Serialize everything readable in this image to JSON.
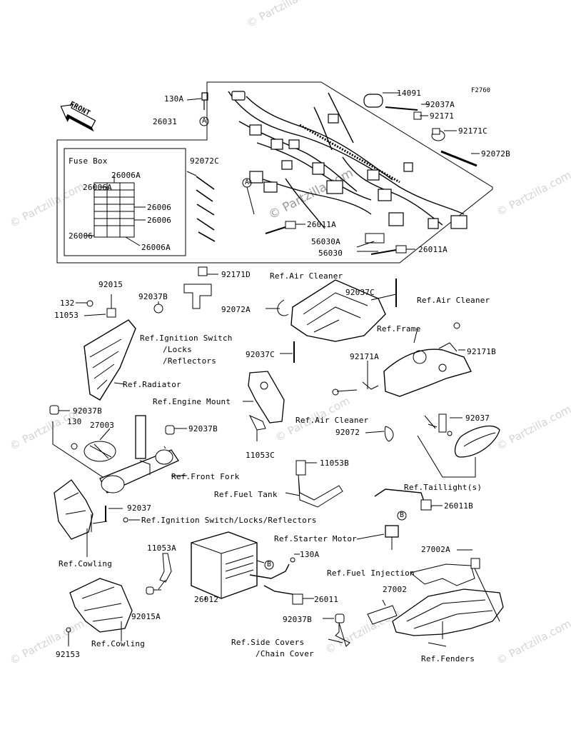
{
  "diagram": {
    "code": "F2760",
    "front_label": "FRONT",
    "fuse_box_title": "Fuse Box",
    "watermark_text": "© Partzilla.com",
    "callout_a": "A",
    "callout_b": "B",
    "labels": {
      "l_130A_top": "130A",
      "l_26031": "26031",
      "l_14091": "14091",
      "l_92037A": "92037A",
      "l_92171": "92171",
      "l_92171C": "92171C",
      "l_92072B": "92072B",
      "l_92072C": "92072C",
      "l_26006A_1": "26006A",
      "l_26006A_2": "26006A",
      "l_26006_1": "26006",
      "l_26006_2": "26006",
      "l_26006_3": "26006",
      "l_26006A_3": "26006A",
      "l_26011A_1": "26011A",
      "l_56030A": "56030A",
      "l_56030": "56030",
      "l_26011A_2": "26011A",
      "l_92015": "92015",
      "l_92171D": "92171D",
      "l_ref_air_cleaner_1": "Ref.Air Cleaner",
      "l_132": "132",
      "l_92037B_1": "92037B",
      "l_92037C_1": "92037C",
      "l_ref_air_cleaner_2": "Ref.Air Cleaner",
      "l_11053": "11053",
      "l_92072A": "92072A",
      "l_ref_ign_1": "Ref.Ignition Switch",
      "l_ref_ign_2": "/Locks",
      "l_ref_ign_3": "/Reflectors",
      "l_ref_frame": "Ref.Frame",
      "l_92037C_2": "92037C",
      "l_92171A": "92171A",
      "l_92171B": "92171B",
      "l_ref_radiator": "Ref.Radiator",
      "l_ref_engine_mount": "Ref.Engine Mount",
      "l_92037B_2": "92037B",
      "l_130": "130",
      "l_27003": "27003",
      "l_ref_air_cleaner_3": "Ref.Air Cleaner",
      "l_92037_1": "92037",
      "l_92037B_3": "92037B",
      "l_92072": "92072",
      "l_11053C": "11053C",
      "l_11053B": "11053B",
      "l_ref_front_fork": "Ref.Front Fork",
      "l_ref_taillights": "Ref.Taillight(s)",
      "l_ref_fuel_tank": "Ref.Fuel Tank",
      "l_92037_2": "92037",
      "l_26011B": "26011B",
      "l_ref_ign_long": "Ref.Ignition Switch/Locks/Reflectors",
      "l_ref_starter": "Ref.Starter Motor",
      "l_11053A": "11053A",
      "l_27002A": "27002A",
      "l_ref_cowling_1": "Ref.Cowling",
      "l_130A_2": "130A",
      "l_ref_fuel_inj": "Ref.Fuel Injection",
      "l_26012": "26012",
      "l_26011": "26011",
      "l_27002": "27002",
      "l_92015A": "92015A",
      "l_92037B_4": "92037B",
      "l_ref_side_covers_1": "Ref.Side Covers",
      "l_ref_side_covers_2": "/Chain Cover",
      "l_ref_cowling_2": "Ref.Cowling",
      "l_92153": "92153",
      "l_ref_fenders": "Ref.Fenders"
    }
  }
}
